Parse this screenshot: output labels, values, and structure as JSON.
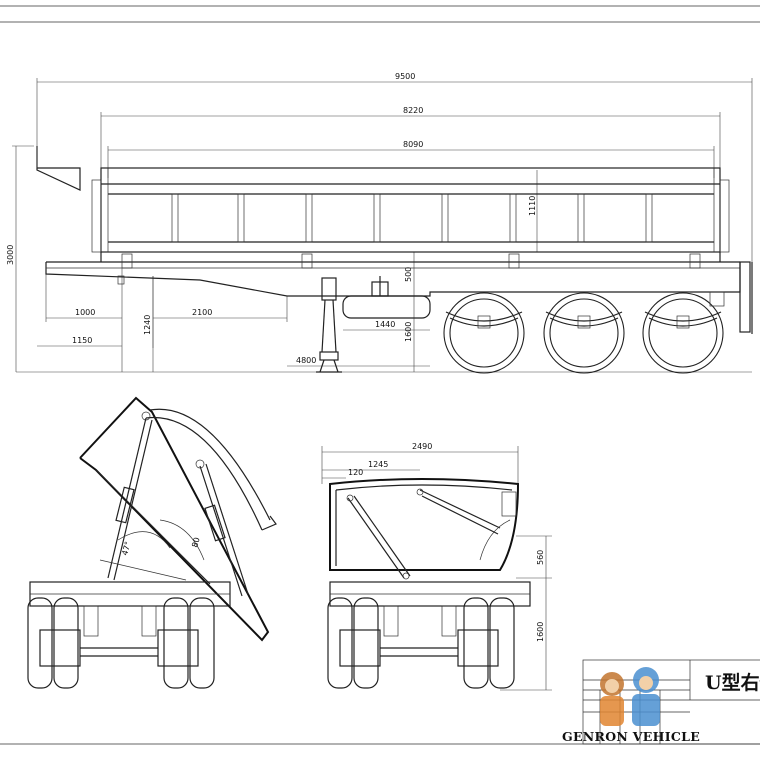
{
  "side_view": {
    "dimensions": {
      "overall_length": "9500",
      "body_length_outer": "8220",
      "body_length_inner": "8090",
      "body_height": "1110",
      "overall_height": "3000",
      "front_1000": "1000",
      "kingpin_to_leg": "2100",
      "front_1150": "1150",
      "dim_1240": "1240",
      "dim_500": "500",
      "dim_1440": "1440",
      "deck_height": "1600",
      "dim_4800": "4800"
    }
  },
  "tipping_view": {
    "labels": {
      "angle": "47°",
      "dim_80": "80"
    }
  },
  "rear_view": {
    "dimensions": {
      "overall_width": "2490",
      "dim_1245": "1245",
      "dim_120": "120",
      "dim_560": "560",
      "dim_1600": "1600"
    }
  },
  "title_block": {
    "title": "U型右倾",
    "brand": "GENRON VEHICLE"
  }
}
